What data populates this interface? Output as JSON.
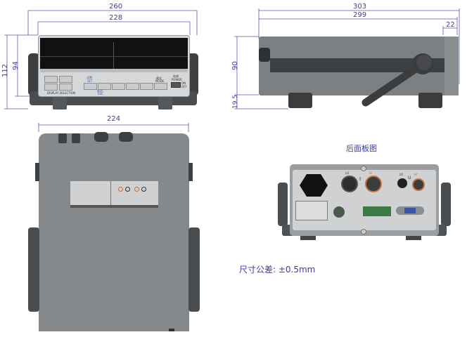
{
  "dimensions": {
    "front_overall_width": "260",
    "front_body_width": "228",
    "front_overall_height": "112",
    "front_body_height": "94",
    "side_overall_depth": "303",
    "side_body_depth": "299",
    "side_rear_offset": "22",
    "side_body_height": "90",
    "side_foot_height": "19.5",
    "top_width": "224"
  },
  "front_panel": {
    "display_selection": "DISPLAY SELECTION",
    "set_label": "设置",
    "set_en": "SET",
    "cancel_label": "取消",
    "cancel_en": "ESC",
    "mode_label": "模式",
    "mode_en": "MODE",
    "power_label": "电源",
    "power_en": "POWER",
    "on": "ON",
    "off": "OFF"
  },
  "rear_view_title": "后面板图",
  "rear_panel": {
    "lo": "LO",
    "hi": "HI",
    "i_label": "I",
    "u_label": "U"
  },
  "tolerance_note": "尺寸公差: ±0.5mm",
  "colors": {
    "dimension": "#3c3c9c",
    "body": "#85888a",
    "dark": "#3d4043",
    "terminal_red": "#c8703a"
  }
}
